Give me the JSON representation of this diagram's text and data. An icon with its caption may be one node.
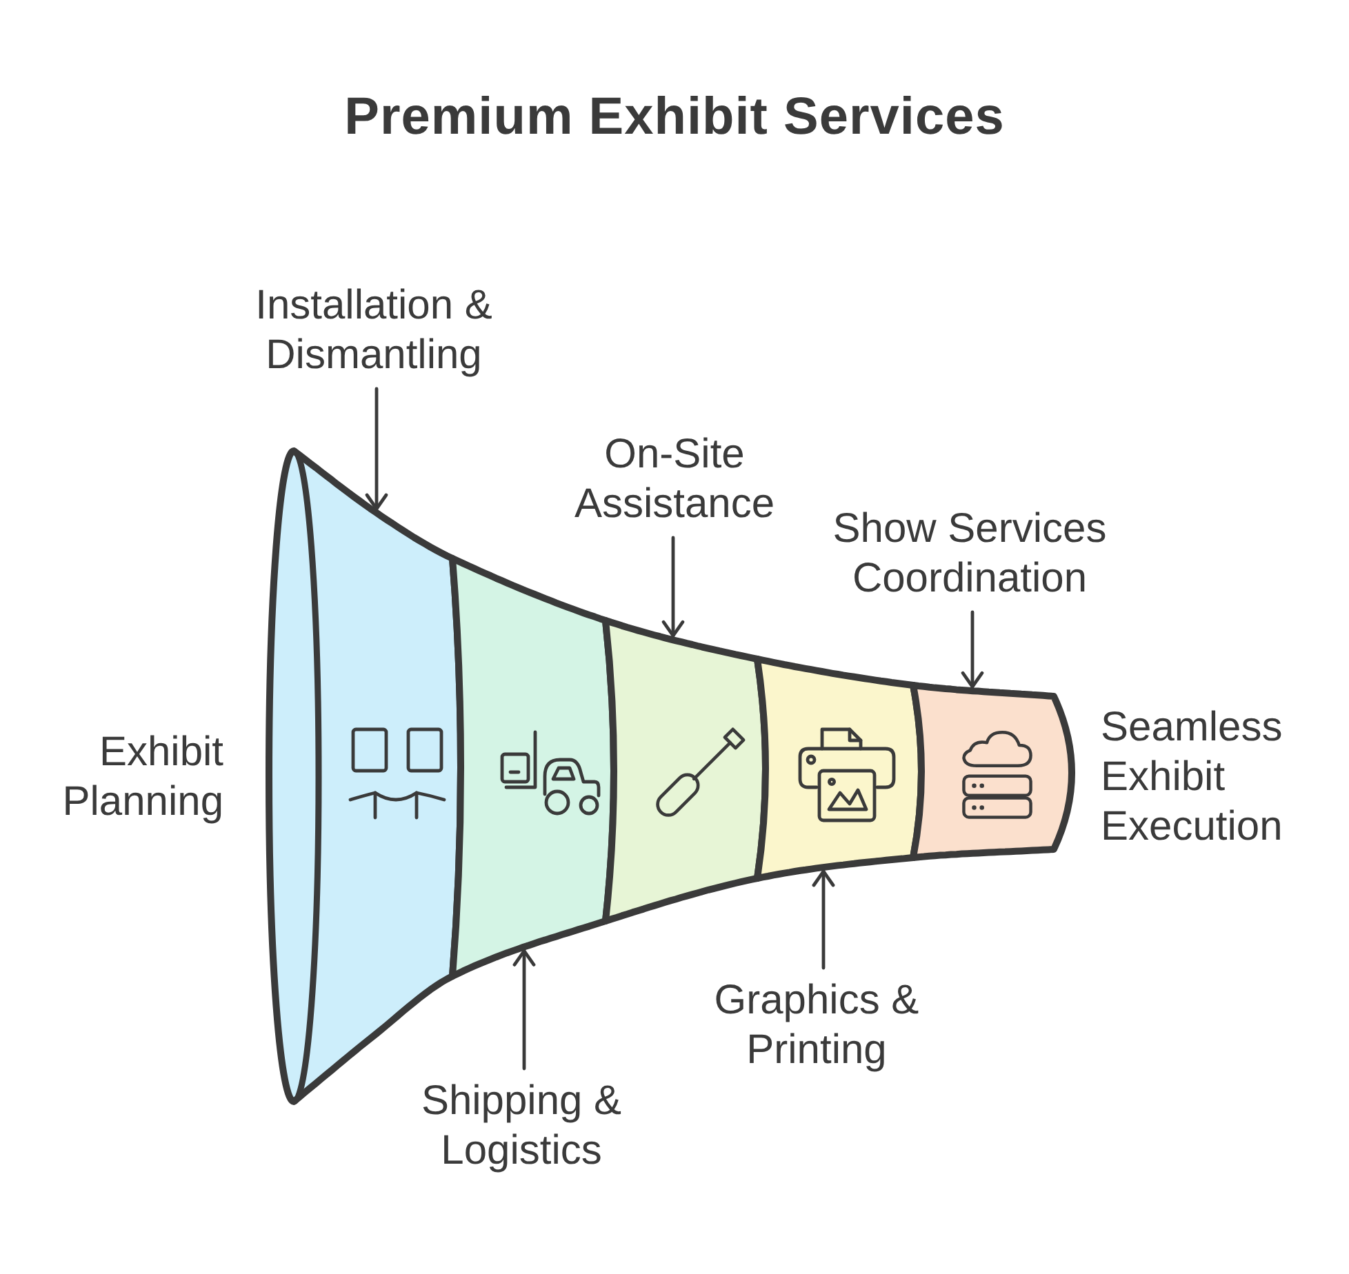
{
  "diagram": {
    "title": "Premium Exhibit Services",
    "nodes": [
      {
        "text": [
          "Installation & Dismantling"
        ]
      },
      {
        "text": [
          "On-Site Assistance"
        ]
      },
      {
        "text": [
          "Show Services Coordination"
        ]
      },
      {
        "text": [],
        "shape": "band"
      },
      {
        "text": [],
        "shape": "band"
      },
      {
        "text": [],
        "shape": "band"
      },
      {
        "text": [],
        "shape": "band"
      },
      {
        "text": [],
        "shape": "band"
      },
      {
        "text": [
          "Shipping & Logistics"
        ]
      },
      {
        "text": [
          "Graphics & Printing"
        ]
      }
    ],
    "edges": [
      {
        "from": 0,
        "to": 3,
        "arrow": "to"
      },
      {
        "from": 1,
        "to": 5,
        "arrow": "to"
      },
      {
        "from": 2,
        "to": 7,
        "arrow": "to"
      },
      {
        "from": 8,
        "to": 4,
        "arrow": "to"
      },
      {
        "from": 9,
        "to": 6,
        "arrow": "to"
      }
    ],
    "labels": [
      "Exhibit Planning",
      "Seamless Exhibit Execution"
    ]
  }
}
